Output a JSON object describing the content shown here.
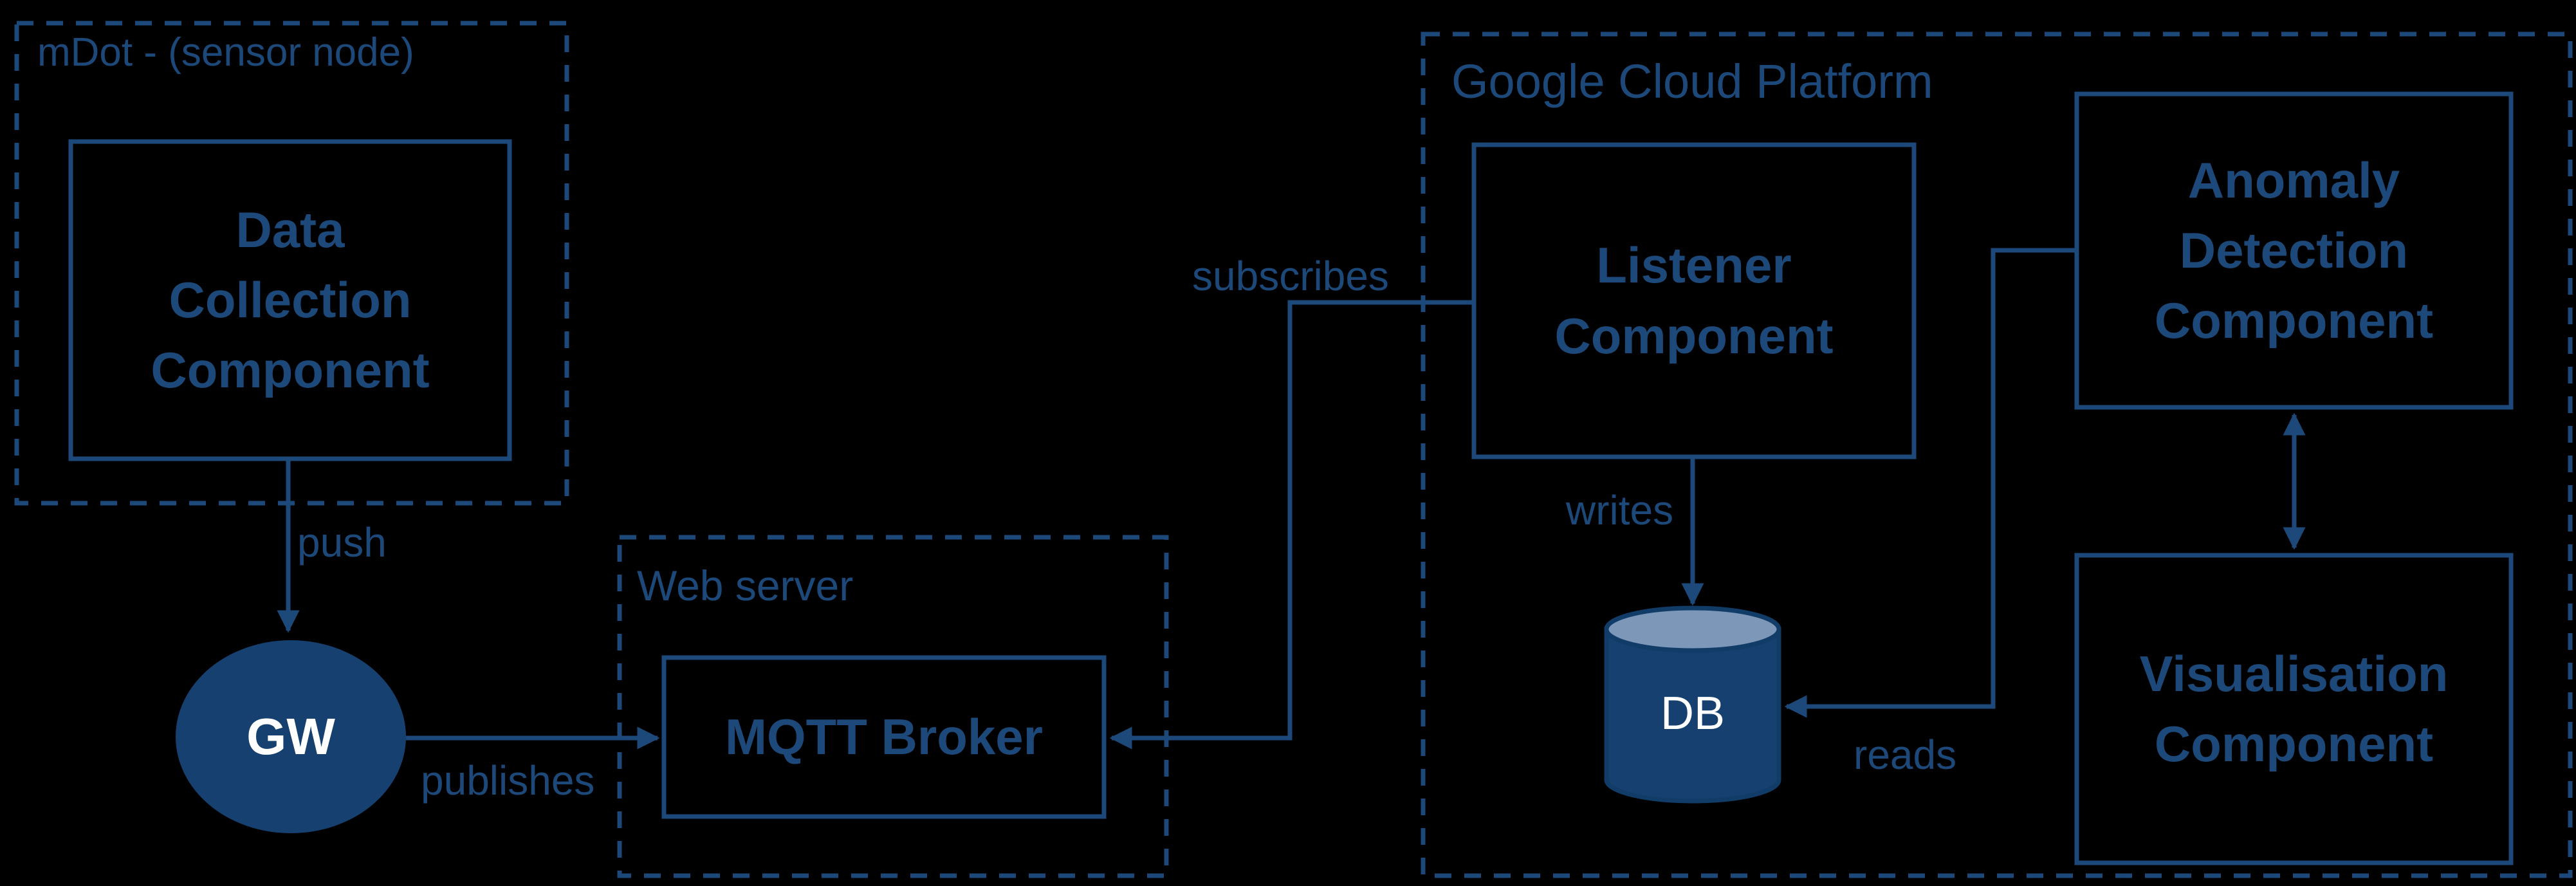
{
  "theme": {
    "bg": "#000000",
    "ink": "#1C4979",
    "shape_fill": "#15406F",
    "shape_stroke": "#123C68",
    "cyl_top": "#7D97B9",
    "on_shape": "#FFFFFF"
  },
  "diagram": {
    "groups": {
      "mdot": {
        "label": "mDot - (sensor node)"
      },
      "webserver": {
        "label": "Web server"
      },
      "gcp": {
        "label": "Google Cloud Platform"
      }
    },
    "nodes": {
      "data_collection": {
        "lines": [
          "Data",
          "Collection",
          "Component"
        ]
      },
      "gateway": {
        "label": "GW"
      },
      "mqtt": {
        "lines": [
          "MQTT Broker"
        ]
      },
      "listener": {
        "lines": [
          "Listener",
          "Component"
        ]
      },
      "db": {
        "label": "DB"
      },
      "anomaly": {
        "lines": [
          "Anomaly",
          "Detection",
          "Component"
        ]
      },
      "visualisation": {
        "lines": [
          "Visualisation",
          "Component"
        ]
      }
    },
    "edges": {
      "push": {
        "label": "push"
      },
      "publishes": {
        "label": "publishes"
      },
      "subscribes": {
        "label": "subscribes"
      },
      "writes": {
        "label": "writes"
      },
      "reads": {
        "label": "reads"
      }
    }
  }
}
